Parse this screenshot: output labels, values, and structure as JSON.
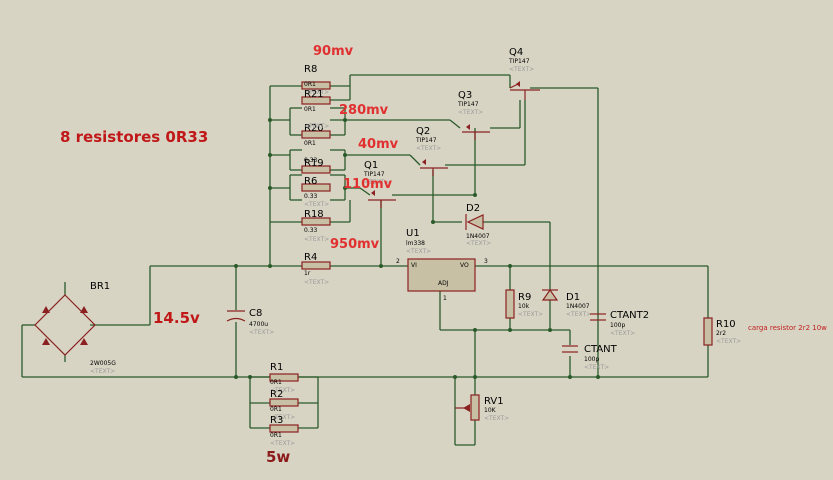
{
  "annotations": {
    "mv90": "90mv",
    "mv280": "280mv",
    "mv40": "40mv",
    "mv110": "110mv",
    "mv950": "950mv",
    "title": "8 resistores 0R33",
    "v145": "14.5v",
    "w5": "5w",
    "load": "carga resistor 2r2 10w"
  },
  "components": {
    "R8": {
      "name": "R8",
      "value": "0R1",
      "text": "<TEXT>"
    },
    "R21": {
      "name": "R21",
      "value": "0R1",
      "text": "<TEXT>"
    },
    "R20": {
      "name": "R20",
      "value": "0R1",
      "text": "<TEXT>"
    },
    "R19": {
      "name": "R19",
      "value": "0.33",
      "text": "<TEXT>"
    },
    "R6": {
      "name": "R6",
      "value": "0.33",
      "text": "<TEXT>"
    },
    "R18": {
      "name": "R18",
      "value": "0.33",
      "text": "<TEXT>"
    },
    "R4": {
      "name": "R4",
      "value": "1r",
      "text": "<TEXT>"
    },
    "Q1": {
      "name": "Q1",
      "part": "TIP147",
      "text": "<TEXT>"
    },
    "Q2": {
      "name": "Q2",
      "part": "TIP147",
      "text": "<TEXT>"
    },
    "Q3": {
      "name": "Q3",
      "part": "TIP147",
      "text": "<TEXT>"
    },
    "Q4": {
      "name": "Q4",
      "part": "TIP147",
      "text": "<TEXT>"
    },
    "D2": {
      "name": "D2",
      "part": "1N4007",
      "text": "<TEXT>"
    },
    "U1": {
      "name": "U1",
      "part": "lm338",
      "text": "<TEXT>",
      "pin_vi": "VI",
      "pin_vo": "VO",
      "pin_adj": "ADJ",
      "pin2": "2",
      "pin3": "3",
      "pin1": "1"
    },
    "D1": {
      "name": "D1",
      "part": "1N4007",
      "text": "<TEXT>"
    },
    "R9": {
      "name": "R9",
      "value": "10k",
      "text": "<TEXT>"
    },
    "CTANT2": {
      "name": "CTANT2",
      "value": "100p",
      "text": "<TEXT>"
    },
    "CTANT": {
      "name": "CTANT",
      "value": "100p",
      "text": "<TEXT>"
    },
    "R10": {
      "name": "R10",
      "value": "2r2",
      "text": "<TEXT>"
    },
    "C8": {
      "name": "C8",
      "value": "4700u",
      "text": "<TEXT>"
    },
    "BR1": {
      "name": "BR1",
      "part": "2W005G",
      "text": "<TEXT>"
    },
    "R1": {
      "name": "R1",
      "value": "0R1",
      "text": "<TEXT>"
    },
    "R2": {
      "name": "R2",
      "value": "0R1",
      "text": "<TEXT>"
    },
    "R3": {
      "name": "R3",
      "value": "0R1",
      "text": "<TEXT>"
    },
    "RV1": {
      "name": "RV1",
      "value": "10K",
      "text": "<TEXT>"
    }
  },
  "colors": {
    "background": "#d8d4c4",
    "wire": "#2a5a2a",
    "component": "#8b2020",
    "annotation": "#e03030"
  }
}
